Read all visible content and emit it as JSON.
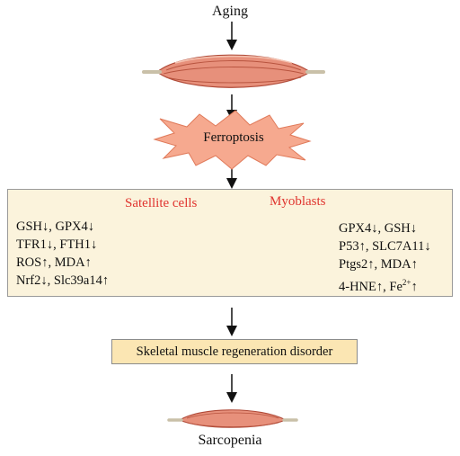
{
  "top_label": "Aging",
  "burst_label": "Ferroptosis",
  "panel": {
    "satellite_title": "Satellite cells",
    "myoblast_title": "Myoblasts",
    "left_markers": [
      "GSH↓, GPX4↓",
      "TFR1↓, FTH1↓",
      "ROS↑, MDA↑",
      "Nrf2↓, Slc39a14↑"
    ],
    "right_markers": [
      "GPX4↓, GSH↓",
      "P53↑, SLC7A11↓",
      "Ptgs2↑, MDA↑"
    ],
    "right_last": {
      "prefix": "4-HNE↑, Fe",
      "sup": "2+",
      "suffix": "↑"
    }
  },
  "regen_label": "Skeletal muscle regeneration disorder",
  "bottom_label": "Sarcopenia",
  "colors": {
    "panel_bg": "#fbf3dc",
    "regen_bg": "#fbe6b3",
    "burst": "#f6a98f",
    "muscle": "#e7907b",
    "cell_title": "#e0342f"
  }
}
